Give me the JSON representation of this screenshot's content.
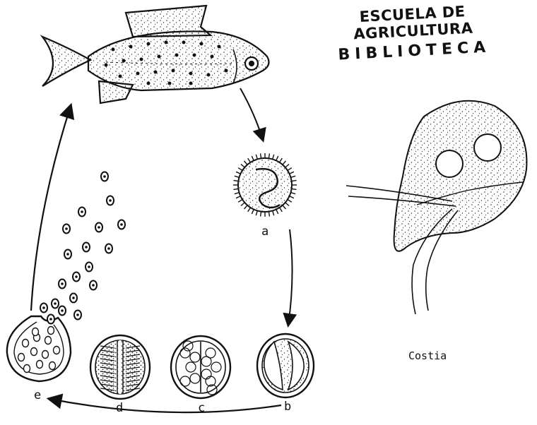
{
  "stamp": {
    "line1": "ESCUELA DE AGRICULTURA",
    "line2": "BIBLIOTECA"
  },
  "stages": {
    "a": "a",
    "b": "b",
    "c": "c",
    "d": "d",
    "e": "e"
  },
  "caption": "Costia"
}
